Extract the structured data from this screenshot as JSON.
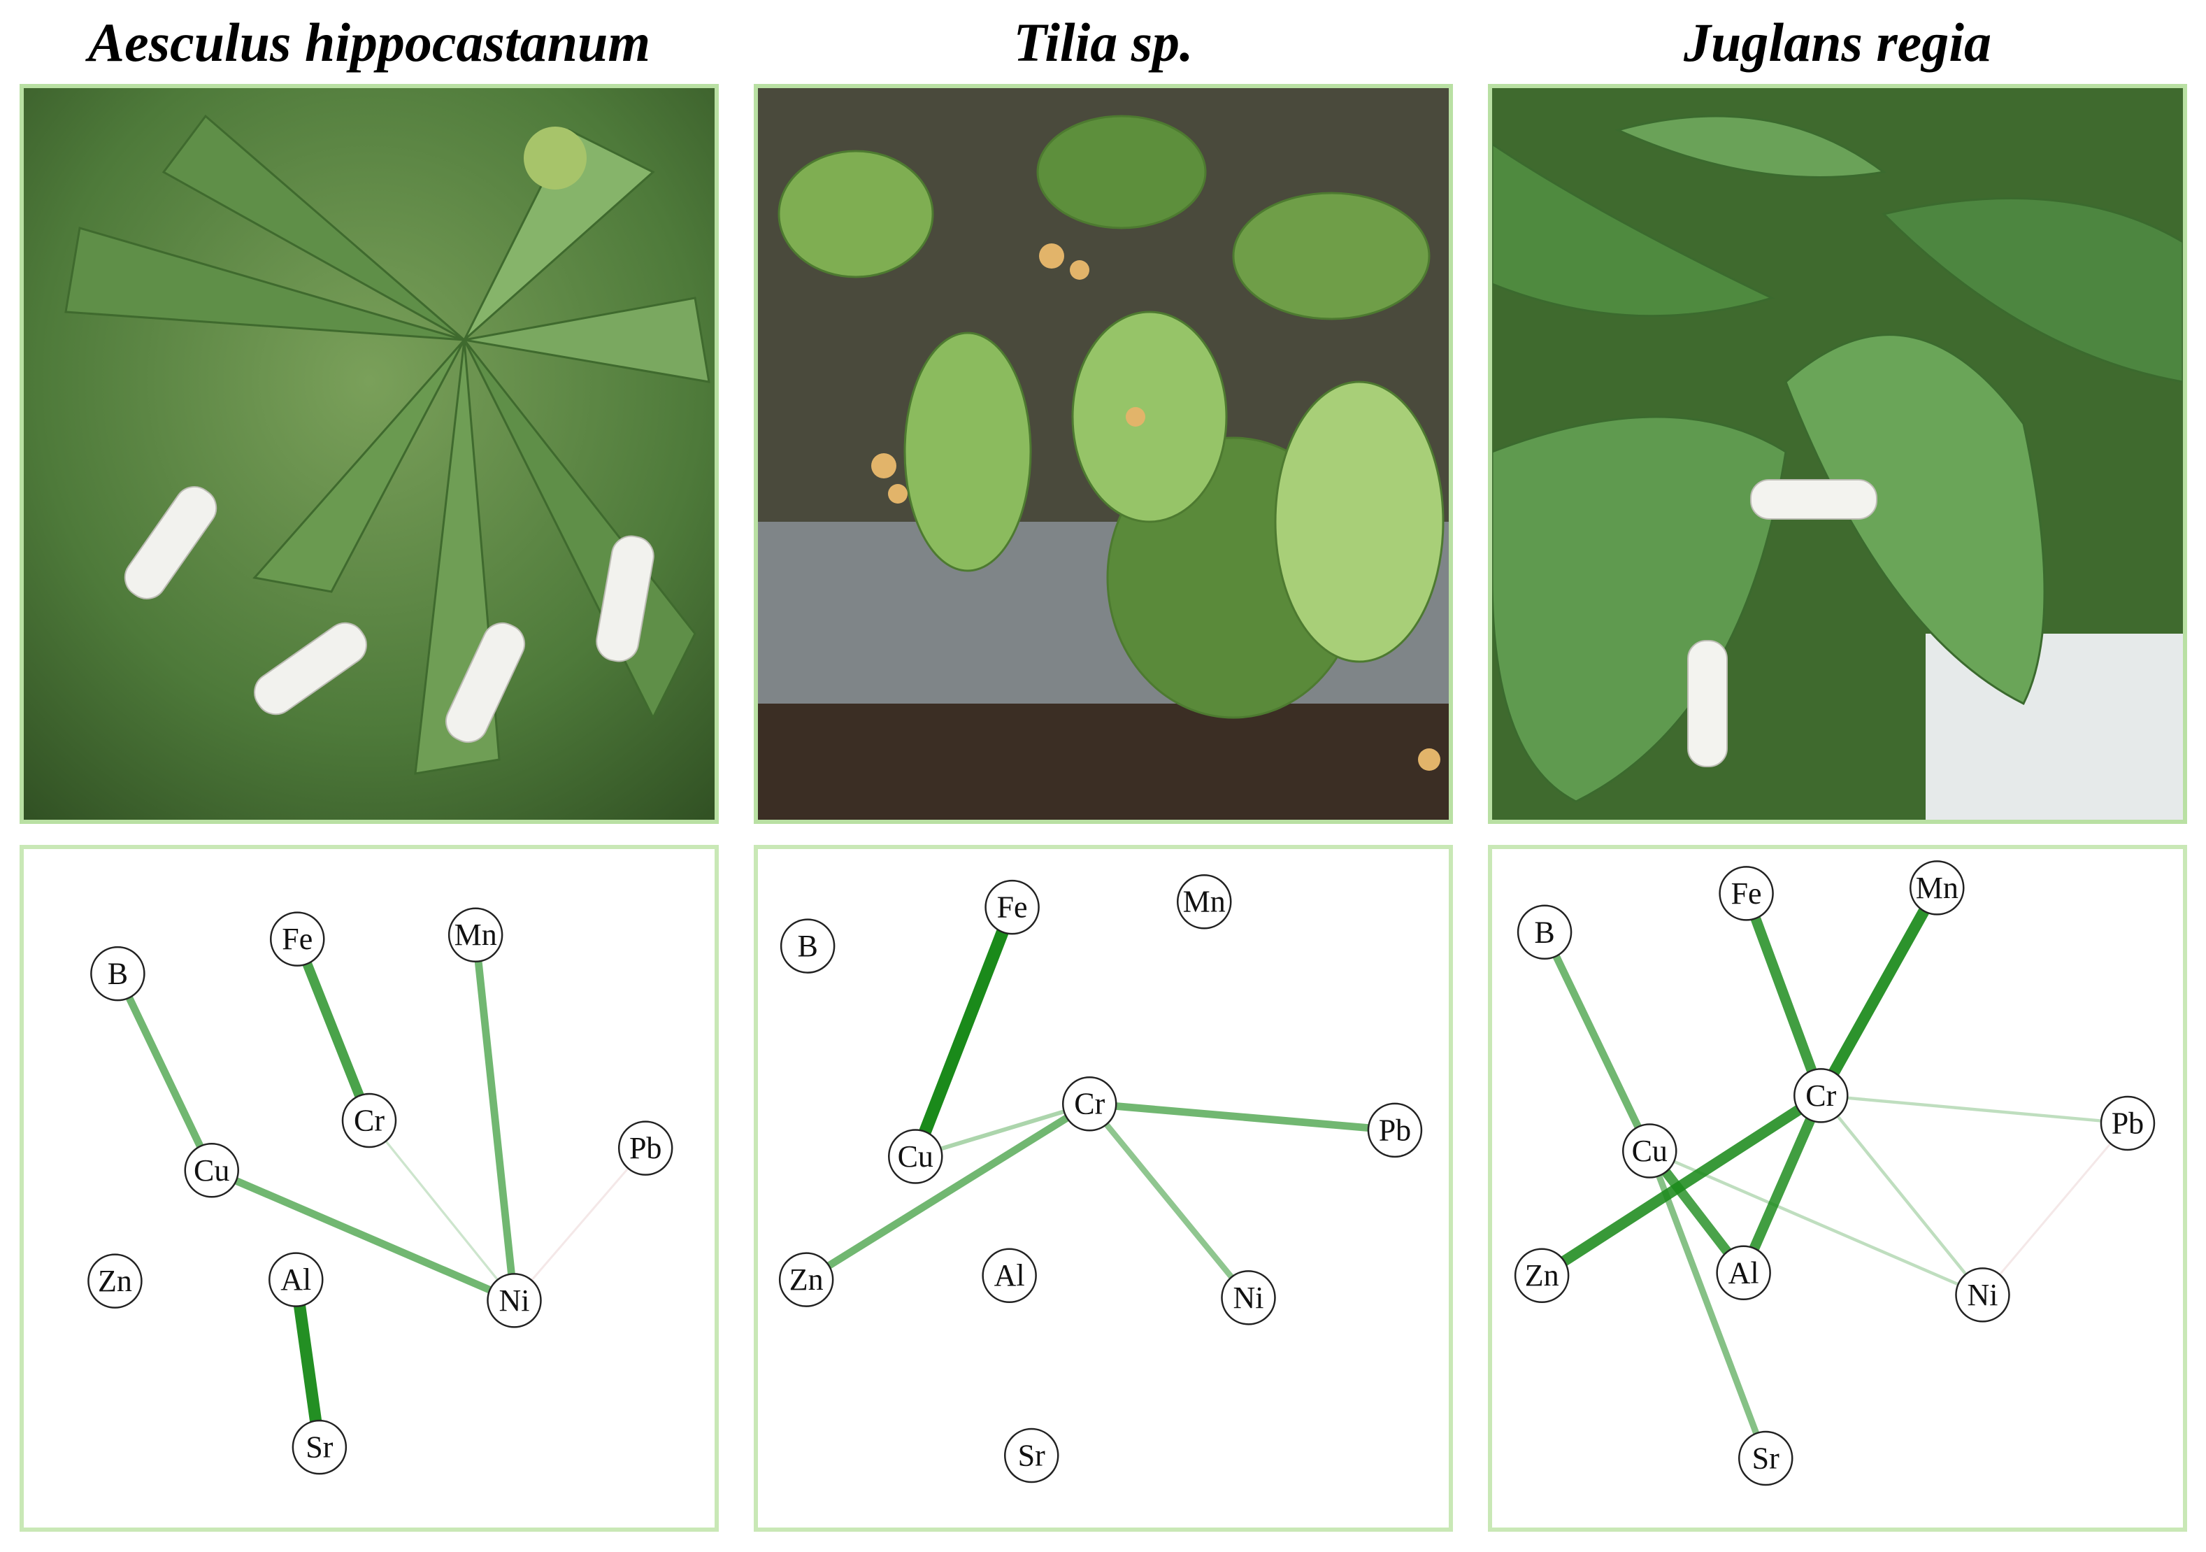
{
  "panels": [
    {
      "species": "Aesculus hippocastanum",
      "photo_icon": "leaf-photo-horse-chestnut",
      "nodes": [
        {
          "label": "B"
        },
        {
          "label": "Fe"
        },
        {
          "label": "Mn"
        },
        {
          "label": "Cr"
        },
        {
          "label": "Pb"
        },
        {
          "label": "Cu"
        },
        {
          "label": "Zn"
        },
        {
          "label": "Al"
        },
        {
          "label": "Ni"
        },
        {
          "label": "Sr"
        }
      ],
      "edges": [
        {
          "from": "B",
          "to": "Cu",
          "strength": 0.55
        },
        {
          "from": "Fe",
          "to": "Cr",
          "strength": 0.75
        },
        {
          "from": "Mn",
          "to": "Ni",
          "strength": 0.55
        },
        {
          "from": "Cu",
          "to": "Ni",
          "strength": 0.55
        },
        {
          "from": "Al",
          "to": "Sr",
          "strength": 0.95
        },
        {
          "from": "Cr",
          "to": "Ni",
          "strength": 0.08
        },
        {
          "from": "Pb",
          "to": "Ni",
          "strength": 0.06
        }
      ]
    },
    {
      "species": "Tilia sp.",
      "photo_icon": "leaf-photo-linden",
      "nodes": [
        {
          "label": "B"
        },
        {
          "label": "Fe"
        },
        {
          "label": "Mn"
        },
        {
          "label": "Cr"
        },
        {
          "label": "Pb"
        },
        {
          "label": "Cu"
        },
        {
          "label": "Zn"
        },
        {
          "label": "Al"
        },
        {
          "label": "Ni"
        },
        {
          "label": "Sr"
        }
      ],
      "edges": [
        {
          "from": "Fe",
          "to": "Cu",
          "strength": 1.0
        },
        {
          "from": "Cr",
          "to": "Pb",
          "strength": 0.55
        },
        {
          "from": "Cr",
          "to": "Zn",
          "strength": 0.55
        },
        {
          "from": "Cr",
          "to": "Ni",
          "strength": 0.4
        },
        {
          "from": "Cr",
          "to": "Cu",
          "strength": 0.25
        }
      ]
    },
    {
      "species": "Juglans regia",
      "photo_icon": "leaf-photo-walnut",
      "nodes": [
        {
          "label": "B"
        },
        {
          "label": "Fe"
        },
        {
          "label": "Mn"
        },
        {
          "label": "Cr"
        },
        {
          "label": "Pb"
        },
        {
          "label": "Cu"
        },
        {
          "label": "Zn"
        },
        {
          "label": "Al"
        },
        {
          "label": "Ni"
        },
        {
          "label": "Sr"
        }
      ],
      "edges": [
        {
          "from": "B",
          "to": "Cu",
          "strength": 0.55
        },
        {
          "from": "Fe",
          "to": "Cr",
          "strength": 0.8
        },
        {
          "from": "Mn",
          "to": "Cr",
          "strength": 0.9
        },
        {
          "from": "Cr",
          "to": "Zn",
          "strength": 0.85
        },
        {
          "from": "Cr",
          "to": "Al",
          "strength": 0.8
        },
        {
          "from": "Cu",
          "to": "Al",
          "strength": 0.75
        },
        {
          "from": "Cu",
          "to": "Sr",
          "strength": 0.45
        },
        {
          "from": "Cr",
          "to": "Pb",
          "strength": 0.15
        },
        {
          "from": "Cr",
          "to": "Ni",
          "strength": 0.15
        },
        {
          "from": "Cu",
          "to": "Ni",
          "strength": 0.15
        },
        {
          "from": "Pb",
          "to": "Ni",
          "strength": 0.06
        }
      ]
    }
  ],
  "colors": {
    "edge": "#1a8a1a",
    "edge_faint_negative": "#c98a8a",
    "frame_photo": "#b9e0a3",
    "frame_network": "#c9e8b6"
  }
}
